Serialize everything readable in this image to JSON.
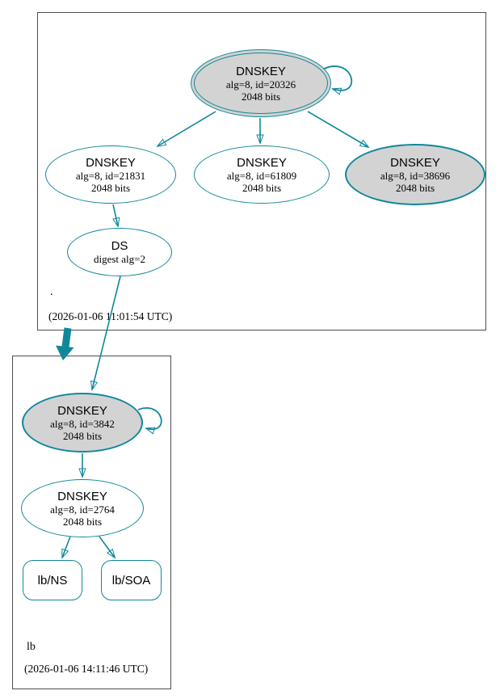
{
  "colors": {
    "accent": "#10879a",
    "node_fill_gray": "#d3d3d3",
    "node_fill_white": "#ffffff",
    "cluster_border": "#4d4d4d",
    "text": "#000000"
  },
  "zones": {
    "root": {
      "label": ".",
      "timestamp": "(2026-01-06 11:01:54 UTC)",
      "nodes": {
        "ksk_20326": {
          "title": "DNSKEY",
          "alg_id": "alg=8, id=20326",
          "bits": "2048 bits"
        },
        "zsk_21831": {
          "title": "DNSKEY",
          "alg_id": "alg=8, id=21831",
          "bits": "2048 bits"
        },
        "zsk_61809": {
          "title": "DNSKEY",
          "alg_id": "alg=8, id=61809",
          "bits": "2048 bits"
        },
        "zsk_38696": {
          "title": "DNSKEY",
          "alg_id": "alg=8, id=38696",
          "bits": "2048 bits"
        },
        "ds": {
          "title": "DS",
          "digest": "digest alg=2"
        }
      }
    },
    "lb": {
      "label": "lb",
      "timestamp": "(2026-01-06 14:11:46 UTC)",
      "nodes": {
        "ksk_3842": {
          "title": "DNSKEY",
          "alg_id": "alg=8, id=3842",
          "bits": "2048 bits"
        },
        "zsk_2764": {
          "title": "DNSKEY",
          "alg_id": "alg=8, id=2764",
          "bits": "2048 bits"
        },
        "ns": {
          "label": "lb/NS"
        },
        "soa": {
          "label": "lb/SOA"
        }
      }
    }
  }
}
